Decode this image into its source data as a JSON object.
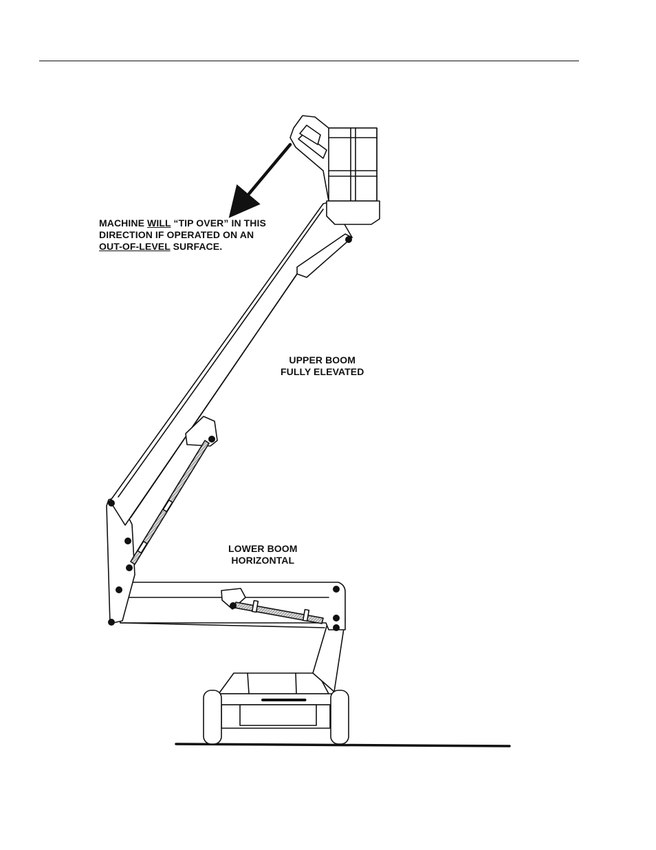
{
  "callouts": {
    "warning": {
      "line1_pre": "MACHINE ",
      "line1_will": "WILL",
      "line1_post": " “TIP OVER” IN THIS",
      "line2": "DIRECTION IF  OPERATED ON AN",
      "line3_ool": "OUT-OF-LEVEL",
      "line3_post": " SURFACE."
    },
    "upper_boom": {
      "line1": "UPPER BOOM",
      "line2": "FULLY ELEVATED"
    },
    "lower_boom": {
      "line1": "LOWER BOOM",
      "line2": "HORIZONTAL"
    }
  },
  "colors": {
    "ink": "#111111",
    "paper": "#ffffff",
    "cylinder_hatch": "#888888"
  },
  "icons": {
    "tip_direction": "arrow-down-left-icon"
  }
}
